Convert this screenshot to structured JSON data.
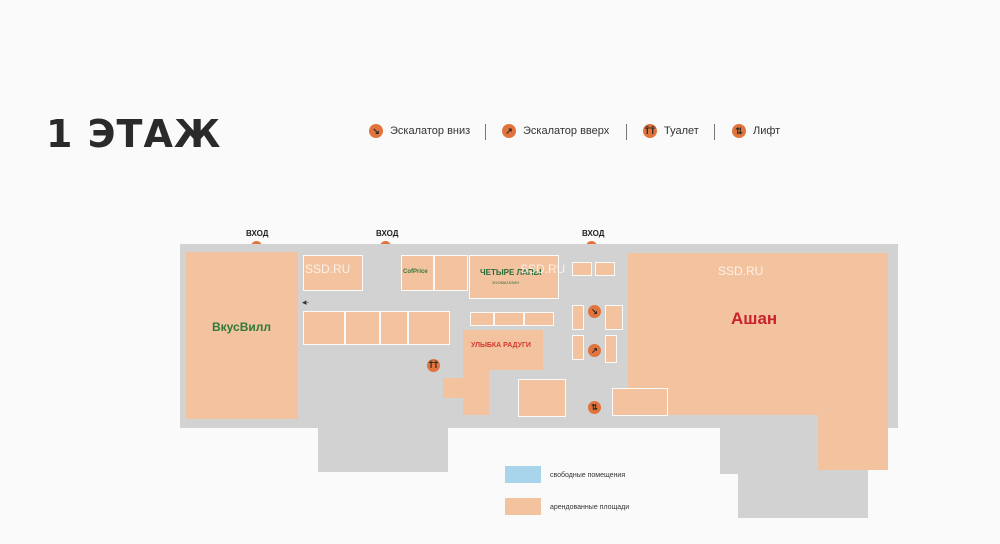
{
  "title": "1 ЭТАЖ",
  "legend": [
    {
      "icon": "escalator-down-icon",
      "label": "Эскалатор вниз"
    },
    {
      "icon": "escalator-up-icon",
      "label": "Эскалатор вверх"
    },
    {
      "icon": "toilet-icon",
      "label": "Туалет"
    },
    {
      "icon": "elevator-icon",
      "label": "Лифт"
    }
  ],
  "entries": [
    "ВХОД",
    "ВХОД",
    "ВХОД"
  ],
  "watermark": "SSD.RU",
  "stores": {
    "vkusvill": "ВкусВилл",
    "ashan": "Ашан",
    "ulybka": "УЛЫБКА РАДУГИ",
    "chetyre_lapy": "ЧЕТЫРЕ ЛАПЫ",
    "chetyre_lapy_sub": "ЗООМАГАЗИН",
    "cofix": "CofPrice"
  },
  "bottom_legend": [
    {
      "label": "свободные помещения",
      "color": "#a8d4ec"
    },
    {
      "label": "арендованные площади",
      "color": "#f3c3a0"
    }
  ],
  "colors": {
    "accent": "#e0743c",
    "floor": "#d2d2d2",
    "rented": "#f3c3a0",
    "free": "#a8d4ec"
  }
}
